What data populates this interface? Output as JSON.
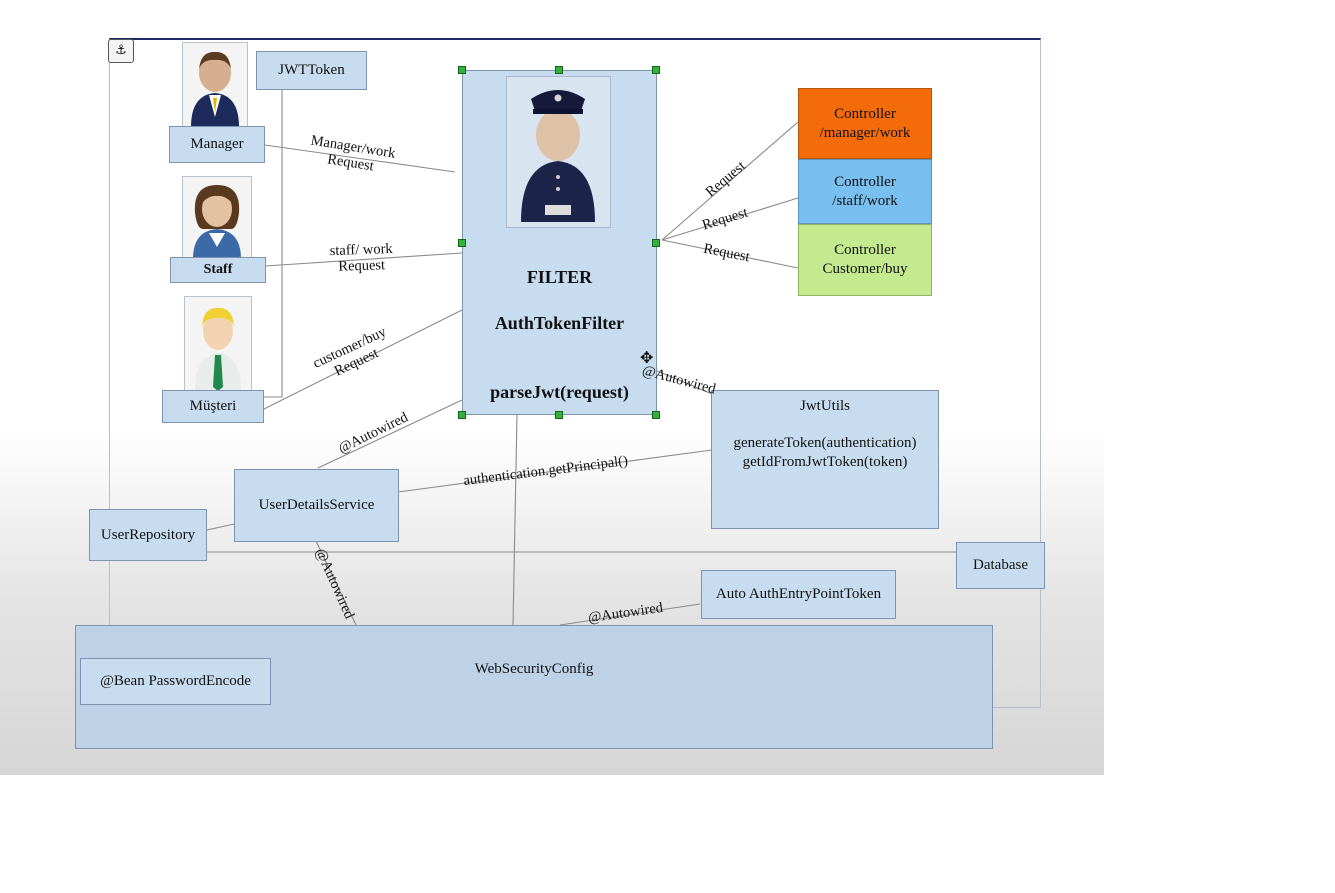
{
  "actors": {
    "manager": "Manager",
    "staff": "Staff",
    "musteri": "Müşteri",
    "jwt_token": "JWTToken"
  },
  "requests": {
    "manager_line1": "Manager/work",
    "manager_line2": "Request",
    "staff_line1": "staff/ work",
    "staff_line2": "Request",
    "customer_line1": "customer/buy",
    "customer_line2": "Request",
    "to_controller_1": "Request",
    "to_controller_2": "Request",
    "to_controller_3": "Request"
  },
  "filter": {
    "title": "FILTER",
    "name": "AuthTokenFilter",
    "method": "parseJwt(request)"
  },
  "controllers": [
    {
      "line1": "Controller",
      "line2": "/manager/work",
      "color": "#f46b0a"
    },
    {
      "line1": "Controller",
      "line2": "/staff/work",
      "color": "#79bff0"
    },
    {
      "line1": "Controller",
      "line2": "Customer/buy",
      "color": "#c3ea8f"
    }
  ],
  "jwt_utils": {
    "title": "JwtUtils",
    "method1": "generateToken(authentication)",
    "method2": "getIdFromJwtToken(token)"
  },
  "connectors": {
    "autowired_filter_utils": "@Autowired",
    "autowired_filter_uds": "@Autowired",
    "autowired_uds_config": "@Autowired",
    "autowired_entry_config": "@Autowired",
    "get_principal": "authentication.getPrincipal()"
  },
  "components": {
    "user_details_service": "UserDetailsService",
    "user_repository": "UserRepository",
    "database": "Database",
    "auth_entry_point": "Auto AuthEntryPointToken",
    "web_security_config": "WebSecurityConfig",
    "password_encode": "@Bean PasswordEncode"
  },
  "icons": {
    "anchor": "anchor-icon",
    "move": "move-cursor-icon"
  }
}
